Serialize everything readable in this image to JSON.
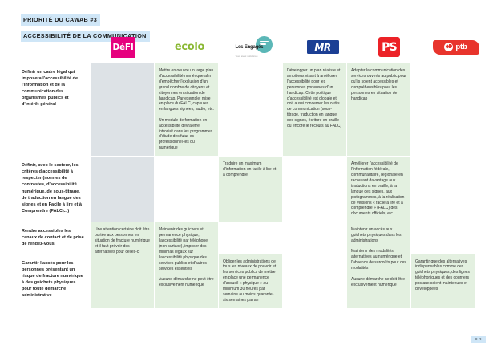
{
  "header": {
    "line1": "PRIORITÉ DU CAWAB #3",
    "line2": "ACCESSIBILITÉ DE LA COMMUNICATION",
    "highlight_color": "#cfe6f7"
  },
  "parties": [
    {
      "key": "defi",
      "name": "DéFI",
      "logo_text": "DéFI",
      "color": "#e6007e"
    },
    {
      "key": "ecolo",
      "name": "Ecolo",
      "logo_text": "ecolo",
      "color": "#8ab833"
    },
    {
      "key": "engages",
      "name": "Les Engagés",
      "logo_text": "Les Engagés",
      "logo_sub": "Tous avec solidaires",
      "color": "#5bb7b7"
    },
    {
      "key": "mr",
      "name": "MR",
      "logo_text": "MR",
      "color": "#1b3f94"
    },
    {
      "key": "ps",
      "name": "PS",
      "logo_text": "PS",
      "color": "#ec2227"
    },
    {
      "key": "ptb",
      "name": "PTB",
      "logo_text": "ptb",
      "color": "#e8342c"
    }
  ],
  "rows": [
    {
      "label": "Définir un cadre légal qui imposera l'accessibilité de l'information et de la communication des organismes publics et d'intérêt général",
      "cells": {
        "defi": {
          "state": "empty",
          "paragraphs": []
        },
        "ecolo": {
          "state": "filled",
          "paragraphs": [
            "Mettre en oeuvre un large plan d'accessibilité numérique afin d'empêcher l'exclusion d'un grand nombre de citoyens et citoyennes en situation de handicap. Par exemple: mise en place du FALC, capsules en langues signées, audio, etc.",
            "Un module de formation en accessibilité devra être introduit dans les programmes d'étude des futur·es professionnel·les du numérique"
          ]
        },
        "engages": {
          "state": "blank",
          "paragraphs": []
        },
        "mr": {
          "state": "filled",
          "paragraphs": [
            "Développer un plan réaliste et ambitieux visant à améliorer l'accessibilité pour les personnes porteuses d'un handicap. Cette politique d'accessibilité est globale et doit aussi concerner les outils de communication (sous-titrage, traduction en langue des signes, écriture en braille ou encore le recours au FALC)"
          ]
        },
        "ps": {
          "state": "filled",
          "paragraphs": [
            "Adapter la communication des services ouverts au public pour qu'ils soient accessibles et compréhensibles pour les personnes en situation de handicap"
          ]
        },
        "ptb": {
          "state": "blank",
          "paragraphs": []
        }
      }
    },
    {
      "label": "Définir, avec le secteur, les critères d'accessibilité à respecter (normes de contrastes, d'accessibilité numérique, de sous-titrage, de traduction en langue des signes et en Facile à lire et à Comprendre (FALC)...)",
      "cells": {
        "defi": {
          "state": "empty",
          "paragraphs": []
        },
        "ecolo": {
          "state": "blank",
          "paragraphs": []
        },
        "engages": {
          "state": "filled",
          "paragraphs": [
            "Traduire un maximum d'information en facile à lire et à comprendre"
          ]
        },
        "mr": {
          "state": "blank",
          "paragraphs": []
        },
        "ps": {
          "state": "filled",
          "paragraphs": [
            "Améliorer l'accessibilité de l'information fédérale, communautaire, régionale en recourant davantage aux traductions en braille, à la langue des signes, aux pictogrammes, à la réalisation de versions « facile à lire et à comprendre » (FALC) des documents officiels, etc"
          ]
        },
        "ptb": {
          "state": "blank",
          "paragraphs": []
        }
      }
    },
    {
      "label": "Rendre accessibles les canaux de contact et de prise de rendez-vous",
      "cells": {
        "defi": {
          "state": "filled",
          "paragraphs": [
            "Une attention certaine doit être portée aux personnes en situation de fracture numérique et il faut prévoir des alternatives pour celles-ci"
          ]
        },
        "ecolo": {
          "state": "filled",
          "paragraphs": [
            "Maintenir des guichets et permanence physique, l'accessibilité par téléphone (non surtaxé), imposer des minimas légaux sur l'accessibilité physique des services publics et d'autres services essentiels",
            "Aucune démarche ne peut être exclusivement numérique"
          ]
        },
        "engages": {
          "state": "filled",
          "paragraphs": [
            "Obliger les administrations de tous les niveaux de pouvoir et les services publics de mettre en place une permanence d'accueil « physique » au minimum 30 heures par semaine au moins quarante-six semaines par an"
          ]
        },
        "mr": {
          "state": "blank",
          "paragraphs": []
        },
        "ps": {
          "state": "filled",
          "paragraphs": [
            "Maintenir un accès aux guichets physiques dans les administrations",
            "Maintenir des modalités alternatives au numérique et l'absence de surcoûts pour ces modalités",
            "Aucune démarche ne doit être exclusivement numérique"
          ]
        },
        "ptb": {
          "state": "filled",
          "paragraphs": [
            "Garantir que des alternatives indispensables comme des guichets physiques, des lignes téléphoniques et des courriers postaux soient maintenues et développées"
          ]
        }
      }
    },
    {
      "label": "Garantir l'accès pour les personnes présentant un risque de fracture numérique à des guichets physiques pour toute démarche administrative",
      "cells": {}
    }
  ],
  "footer": {
    "page_badge": "P 3"
  }
}
